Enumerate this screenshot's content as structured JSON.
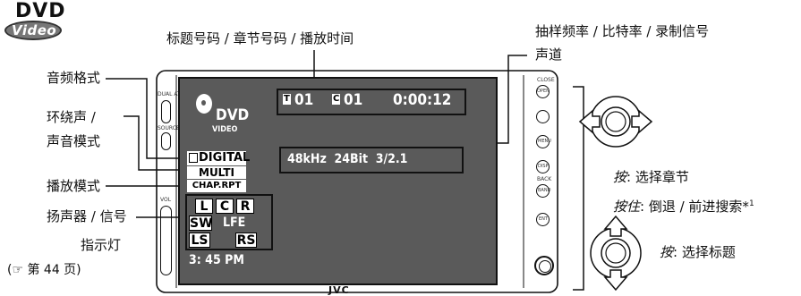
{
  "logo": {
    "top": "DVD",
    "bottom": "Video"
  },
  "callouts": {
    "title_chapter_time": "标题号码 / 章节号码 / 播放时间",
    "sampling_line1": "抽样频率 / 比特率 / 录制信号",
    "sampling_line2": "声道",
    "audio_format": "音频格式",
    "surround_line1": "环绕声 /",
    "surround_line2": "声音模式",
    "play_mode": "播放模式",
    "speaker_line1": "扬声器 / 信号",
    "speaker_line2": "指示灯",
    "page_ref": "(☞ 第 44 页)"
  },
  "screen": {
    "disc_label": "DVD",
    "disc_sub": "VIDEO",
    "title_tag": "T",
    "title_num": "01",
    "chapter_tag": "C",
    "chapter_num": "01",
    "time": "0:00:12",
    "audio_format": "DIGITAL",
    "surround": "MULTI",
    "play_mode": "CHAP.RPT",
    "signal": "48kHz  24Bit  3/2.1",
    "clock": "3: 45 PM",
    "speakers": [
      "L",
      "C",
      "R",
      "SW",
      "LFE",
      "LS",
      "RS"
    ]
  },
  "unit": {
    "brand": "JVC",
    "left_labels": [
      "DUAL ATT",
      "SOURCE",
      "VOL"
    ],
    "right_labels": [
      "CLOSE",
      "OPEN",
      "MENU",
      "DISP",
      "BACK",
      "BAND",
      "ENT"
    ]
  },
  "instructions": {
    "press_label": "按",
    "press_chapter": ": 选择章节",
    "hold_label": "按住",
    "hold_action": ": 倒退 / 前进搜索*",
    "footnote": "1",
    "press_title_label": "按",
    "press_title": ": 选择标题"
  }
}
